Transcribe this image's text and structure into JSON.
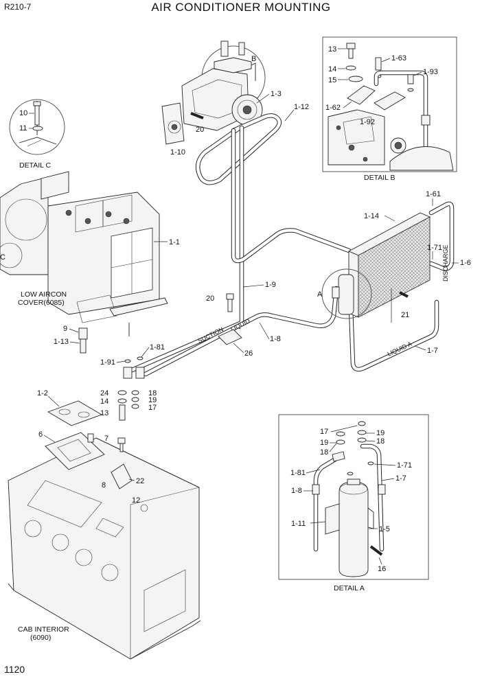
{
  "header": {
    "model": "R210-7",
    "title": "AIR CONDITIONER MOUNTING",
    "page_number": "1120"
  },
  "captions": {
    "detail_a": "DETAIL A",
    "detail_b": "DETAIL B",
    "detail_c": "DETAIL C",
    "cover_line1": "LOW AIRCON",
    "cover_line2": "COVER(6085)",
    "cab_line1": "CAB INTERIOR",
    "cab_line2": "(6090)",
    "marker_a": "A",
    "marker_b": "B",
    "marker_c": "C"
  },
  "pipe_labels": {
    "suction": "SUCTION",
    "liquid": "LIQUID",
    "liquid_a": "LIQUID A",
    "discharge": "DISCHARGE"
  },
  "part_labels": {
    "main": {
      "p1_3": "1-3",
      "p1_12": "1-12",
      "p1_10": "1-10",
      "p20a": "20",
      "p1_1": "1-1",
      "p1_14": "1-14",
      "p1_61": "1-61",
      "p1_71": "1-71",
      "p1_6": "1-6",
      "p1_9": "1-9",
      "p20b": "20",
      "p21": "21",
      "p1_8": "1-8",
      "p1_7": "1-7",
      "p26": "26",
      "p9": "9",
      "p1_13": "1-13",
      "p1_81": "1-81",
      "p1_91": "1-91",
      "p24": "24",
      "p14": "14",
      "p13": "13",
      "p18": "18",
      "p19": "19",
      "p17": "17",
      "p1_2": "1-2",
      "p6": "6",
      "p7": "7",
      "p22": "22",
      "p8": "8",
      "p12": "12"
    },
    "detail_b": {
      "p13": "13",
      "p14": "14",
      "p15": "15",
      "p1_62": "1-62",
      "p1_63": "1-63",
      "p1_93": "1-93",
      "p1_92": "1-92"
    },
    "detail_c": {
      "p10": "10",
      "p11": "11"
    },
    "detail_a": {
      "p17": "17",
      "p19a": "19",
      "p19b": "19",
      "p18a": "18",
      "p18b": "18",
      "p1_71": "1-71",
      "p1_81": "1-81",
      "p1_7": "1-7",
      "p1_8": "1-8",
      "p1_11": "1-11",
      "p1_5": "1-5",
      "p16": "16"
    }
  }
}
